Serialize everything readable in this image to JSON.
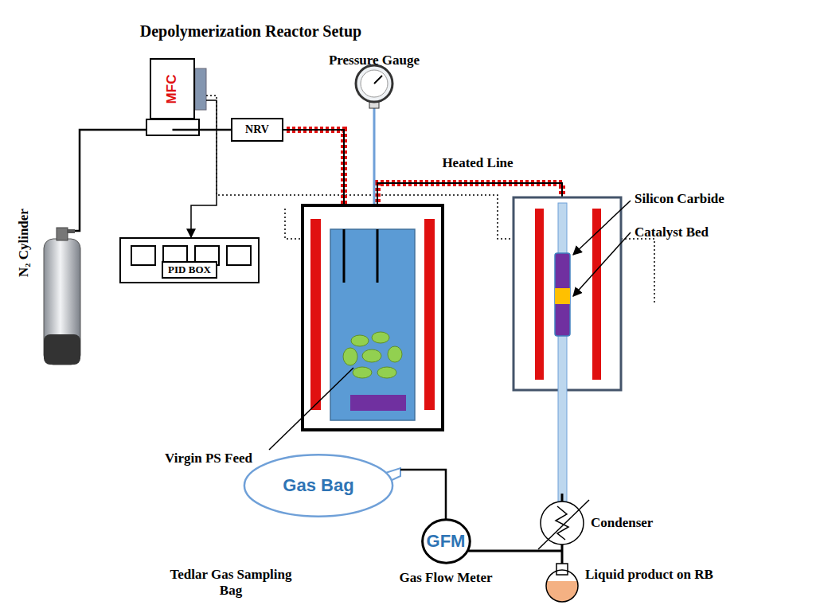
{
  "diagram": {
    "title": "Depolymerization Reactor Setup",
    "nodes": [
      {
        "text": [
          "MFC"
        ]
      },
      {
        "text": [
          "NRV"
        ]
      },
      {
        "text": [
          "PID BOX"
        ]
      },
      {
        "text": [
          "GFM"
        ]
      },
      {
        "text": [
          "Gas Bag"
        ]
      }
    ],
    "edges": [
      {
        "from": 0,
        "to": 1,
        "arrow": "none"
      },
      {
        "from": 0,
        "to": 2,
        "arrow": "to"
      },
      {
        "from": 3,
        "to": 4,
        "arrow": "none"
      }
    ],
    "labels": [
      "Pressure Gauge",
      "Heated Line",
      "Silicon Carbide",
      "Catalyst Bed",
      "N₂ Cylinder",
      "Virgin PS Feed",
      "Condenser",
      "Gas Flow Meter",
      "Tedlar Gas Sampling Bag",
      "Liquid product on RB"
    ]
  }
}
